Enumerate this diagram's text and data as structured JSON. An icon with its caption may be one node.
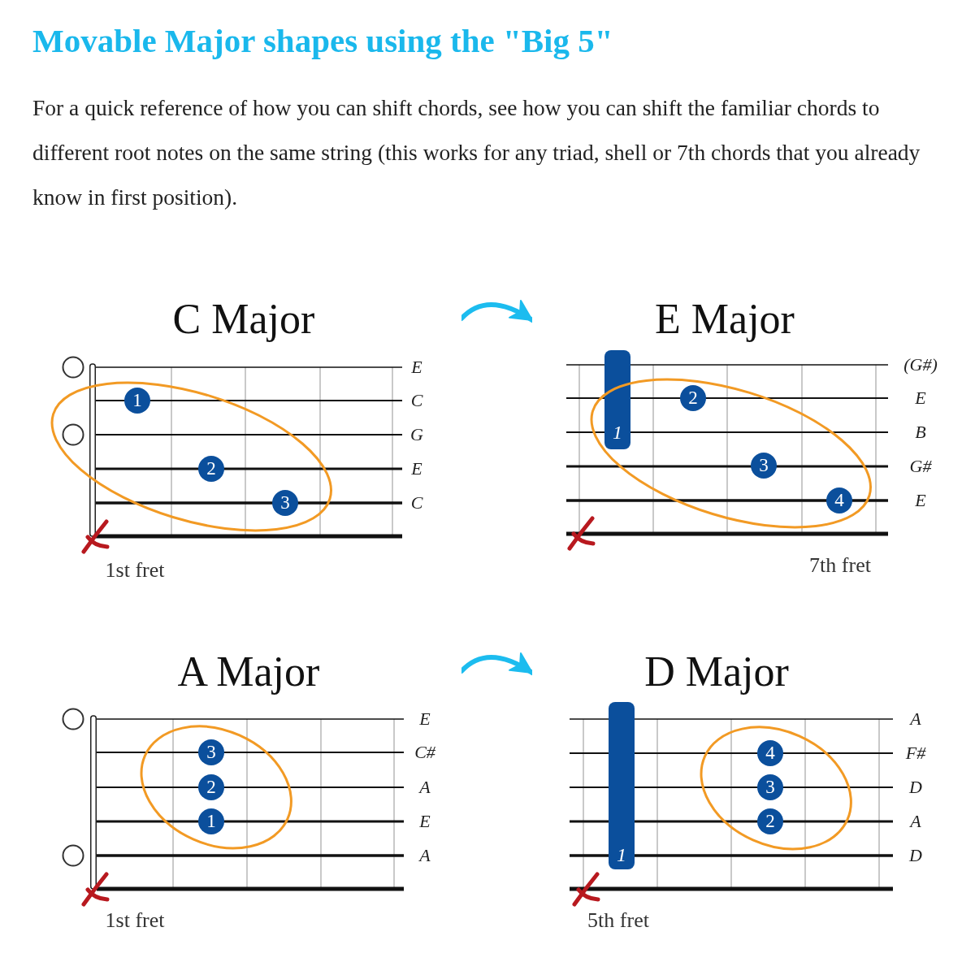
{
  "diagram": {
    "title": "Movable Major shapes using the \"Big 5\"",
    "nodes": [
      {
        "text": [
          "C Major"
        ],
        "beside": [
          "E",
          "C",
          "G",
          "E",
          "C",
          "1st fret"
        ]
      },
      {
        "text": [
          "1"
        ],
        "in": 0
      },
      {
        "text": [
          "2"
        ],
        "in": 0
      },
      {
        "text": [
          "3"
        ],
        "in": 0
      },
      {
        "text": [
          "E Major"
        ],
        "beside": [
          "(G#)",
          "E",
          "B",
          "G#",
          "E",
          "7th fret"
        ]
      },
      {
        "text": [
          "1"
        ],
        "in": 4
      },
      {
        "text": [
          "2"
        ],
        "in": 4
      },
      {
        "text": [
          "3"
        ],
        "in": 4
      },
      {
        "text": [
          "4"
        ],
        "in": 4
      },
      {
        "text": [
          "A Major"
        ],
        "beside": [
          "E",
          "C#",
          "A",
          "E",
          "A",
          "1st fret"
        ]
      },
      {
        "text": [
          "3"
        ],
        "in": 9
      },
      {
        "text": [
          "2"
        ],
        "in": 9
      },
      {
        "text": [
          "1"
        ],
        "in": 9
      },
      {
        "text": [
          "D Major"
        ],
        "beside": [
          "A",
          "F#",
          "D",
          "A",
          "D",
          "5th fret"
        ]
      },
      {
        "text": [
          "1"
        ],
        "in": 13
      },
      {
        "text": [
          "4"
        ],
        "in": 13
      },
      {
        "text": [
          "3"
        ],
        "in": 13
      },
      {
        "text": [
          "2"
        ],
        "in": 13
      }
    ],
    "edges": [
      {
        "from": 0,
        "to": 4,
        "arrow": "to"
      },
      {
        "from": 9,
        "to": 13,
        "arrow": "to"
      }
    ],
    "labels": [
      "For a quick reference of how you can shift chords, see how you can shift the familiar chords to different root notes on the same string (this works for any triad, shell or 7th chords that you already know in first position)."
    ]
  }
}
